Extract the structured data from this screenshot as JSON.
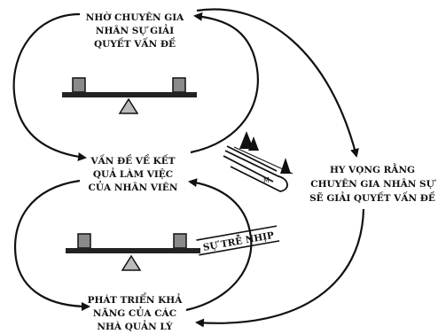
{
  "nodes": {
    "top": [
      "NHỜ CHUYÊN GIA",
      "NHÂN SỰ GIẢI",
      "QUYẾT VẤN ĐỀ"
    ],
    "middle": [
      "VẤN ĐỀ VỀ KẾT",
      "QUẢ LÀM VIỆC",
      "CỦA NHÂN VIÊN"
    ],
    "bottom": [
      "PHÁT TRIỂN KHẢ",
      "NĂNG CỦA CÁC",
      "NHÀ QUẢN LÝ"
    ],
    "right": [
      "HY VỌNG RẰNG",
      "CHUYÊN GIA NHÂN SỰ",
      "SẼ GIẢI QUYẾT VẤN ĐỀ"
    ]
  },
  "delay_label": "SỰ TRỄ NHỊP"
}
